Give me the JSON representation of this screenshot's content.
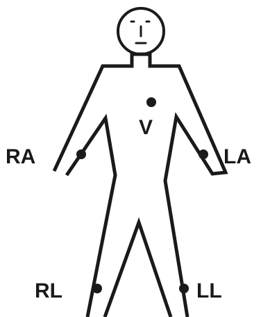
{
  "electrodes": {
    "ra": "RA",
    "la": "LA",
    "v": "V",
    "rl": "RL",
    "ll": "LL"
  },
  "colors": {
    "ink": "#1a1a1a",
    "background": "#ffffff"
  }
}
